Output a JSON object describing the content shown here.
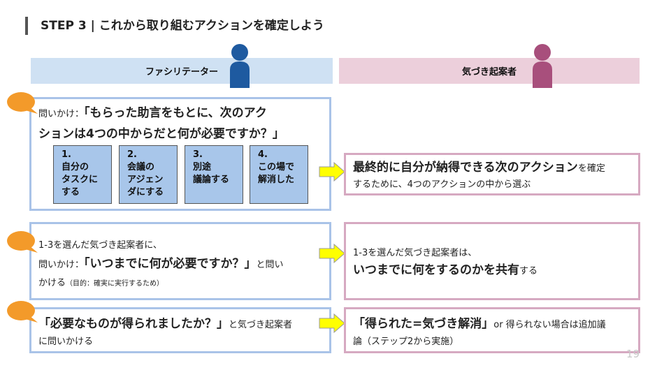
{
  "title": "STEP 3 | これから取り組むアクションを確定しよう",
  "roles": {
    "facilitator": "ファシリテーター",
    "proposer": "気づき起案者"
  },
  "colors": {
    "facilitator_accent": "#1e5aa0",
    "proposer_accent": "#a84f7c",
    "bubble": "#f39a2a",
    "arrow": "#ffff00"
  },
  "icons": [
    "person-icon",
    "speech-bubble-icon",
    "right-arrow-icon"
  ],
  "row1": {
    "left": {
      "prefix": "問いかけ：",
      "quote_line1": "「もらった助言をもとに、次のアク",
      "quote_line2": "ションは4つの中からだと何が必要ですか？」"
    },
    "steps": [
      "1.\n自分の\nタスクに\nする",
      "2.\n会議の\nアジェン\nダにする",
      "3.\n別途\n議論する",
      "4.\nこの場で\n解消した"
    ],
    "right": {
      "bold": "最終的に自分が納得できる次のアクション",
      "rest1": "を確定",
      "rest2": "するために、4つのアクションの中から選ぶ"
    }
  },
  "row2": {
    "left": {
      "line1": "1-3を選んだ気づき起案者に、",
      "prefix": "問いかけ：",
      "quote": "「いつまでに何が必要ですか？」",
      "suffix": "と問い",
      "line3": "かける",
      "note": "（目的：確実に実行するため）"
    },
    "right": {
      "line1": "1-3を選んだ気づき起案者は、",
      "bold": "いつまでに何をするのかを共有",
      "rest": "する"
    }
  },
  "row3": {
    "left": {
      "quote": "「必要なものが得られましたか？」",
      "suffix": "と気づき起案者",
      "line2": "に問いかける"
    },
    "right": {
      "bold": "「得られた=気づき解消」",
      "rest1": "or 得られない場合は追加議",
      "line2": "論（ステップ2から実施）"
    }
  },
  "page_number": "19"
}
